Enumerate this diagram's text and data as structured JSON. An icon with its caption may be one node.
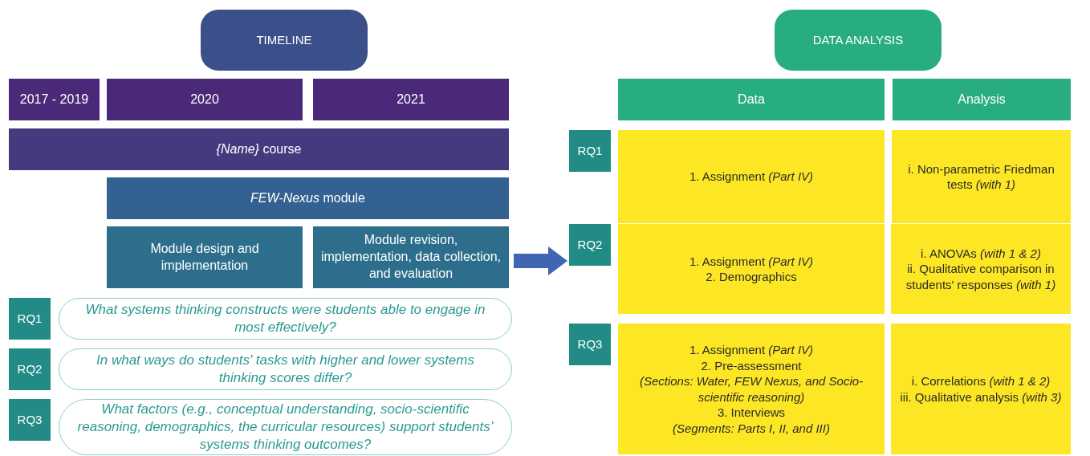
{
  "diagram": {
    "nodes": [
      {
        "text": [
          "TIMELINE"
        ]
      },
      {
        "text": [
          "2017 - 2019"
        ]
      },
      {
        "text": [
          "2020"
        ]
      },
      {
        "text": [
          "2021"
        ]
      },
      {
        "text": [
          "*{Name}* course"
        ]
      },
      {
        "text": [
          "*FEW-Nexus* module"
        ]
      },
      {
        "text": [
          "Module design and implementation"
        ]
      },
      {
        "text": [
          "Module revision, implementation, data collection, and evaluation"
        ]
      },
      {
        "text": [
          "RQ1"
        ]
      },
      {
        "text": [
          "What systems thinking constructs were students able to engage in most effectively?"
        ]
      },
      {
        "text": [
          "RQ2"
        ]
      },
      {
        "text": [
          "In what ways do students' tasks with higher and lower systems thinking scores differ?"
        ]
      },
      {
        "text": [
          "RQ3"
        ]
      },
      {
        "text": [
          "What factors (e.g., conceptual understanding, socio-scientific reasoning, demographics, the curricular resources) support students’ systems thinking outcomes?"
        ]
      },
      {
        "text": [
          "DATA ANALYSIS"
        ]
      },
      {
        "text": [
          "Data"
        ]
      },
      {
        "text": [
          "Analysis"
        ]
      },
      {
        "text": [
          "RQ1"
        ]
      },
      {
        "text": [
          "1. Assignment *(Part IV)*"
        ]
      },
      {
        "text": [
          "i. Non-parametric Friedman tests *(with 1)*"
        ]
      },
      {
        "text": [
          "RQ2"
        ]
      },
      {
        "text": [
          "1. Assignment *(Part IV)*",
          "2. Demographics"
        ]
      },
      {
        "text": [
          "i. ANOVAs *(with 1 & 2)*",
          "ii.  Qualitative comparison in students' responses *(with 1)*"
        ]
      },
      {
        "text": [
          "RQ3"
        ]
      },
      {
        "text": [
          "1. Assignment *(Part IV)*",
          "2. Pre-assessment",
          "*(Sections: Water, FEW Nexus, and Socio-scientific reasoning)*",
          "3. Interviews",
          "*(Segments: Parts I, II, and III)*"
        ]
      },
      {
        "text": [
          "i. Correlations *(with 1 & 2)*",
          "iii. Qualitative analysis *(with 3)*"
        ]
      }
    ],
    "edges": [
      {
        "from": 7,
        "to": 20,
        "arrow": "to"
      }
    ]
  }
}
